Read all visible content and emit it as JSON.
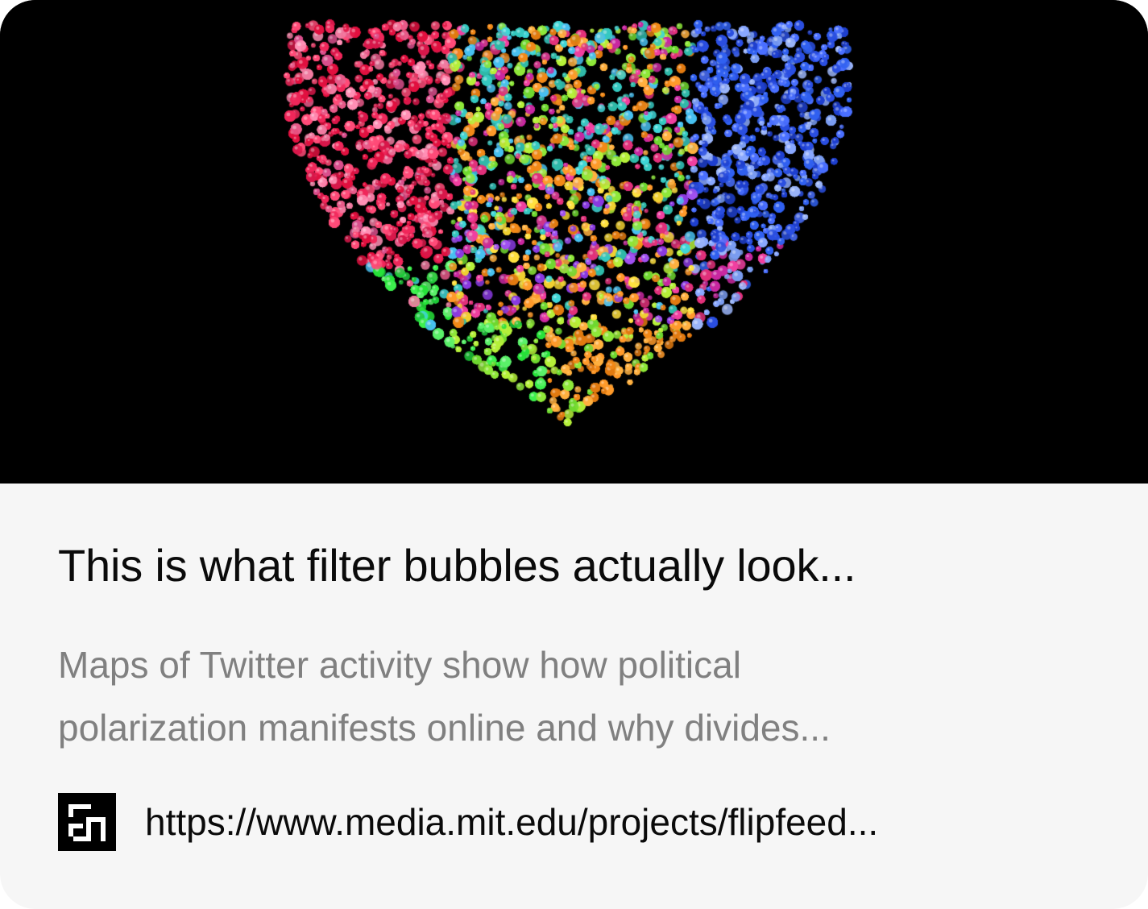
{
  "card": {
    "title": "This is what filter bubbles actually look...",
    "description_lines": [
      "Maps of Twitter activity show how political",
      "polarization manifests online and why divides..."
    ],
    "source_url": "https://www.media.mit.edu/projects/flipfeed...",
    "favicon_icon": "media-lab-logo-icon"
  },
  "colors": {
    "background": "#f6f6f6",
    "hero_background": "#000000",
    "title": "#0a0a0a",
    "description": "#808080",
    "url": "#0a0a0a"
  }
}
